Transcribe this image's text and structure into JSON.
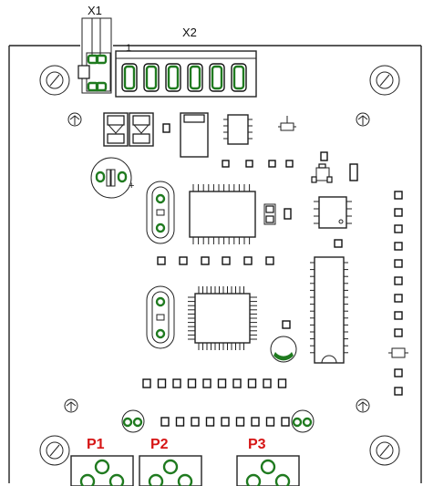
{
  "labels": {
    "x1": "X1",
    "x2": "X2",
    "pin1": "1",
    "p1": "P1",
    "p2": "P2",
    "p3": "P3"
  },
  "colors": {
    "board_outline": "#222222",
    "pad_green": "#1f7a1f",
    "port_label_red": "#d61515"
  },
  "icons": {
    "mounting_hole": "circle-with-slash",
    "fiducial": "circle-with-tick"
  }
}
